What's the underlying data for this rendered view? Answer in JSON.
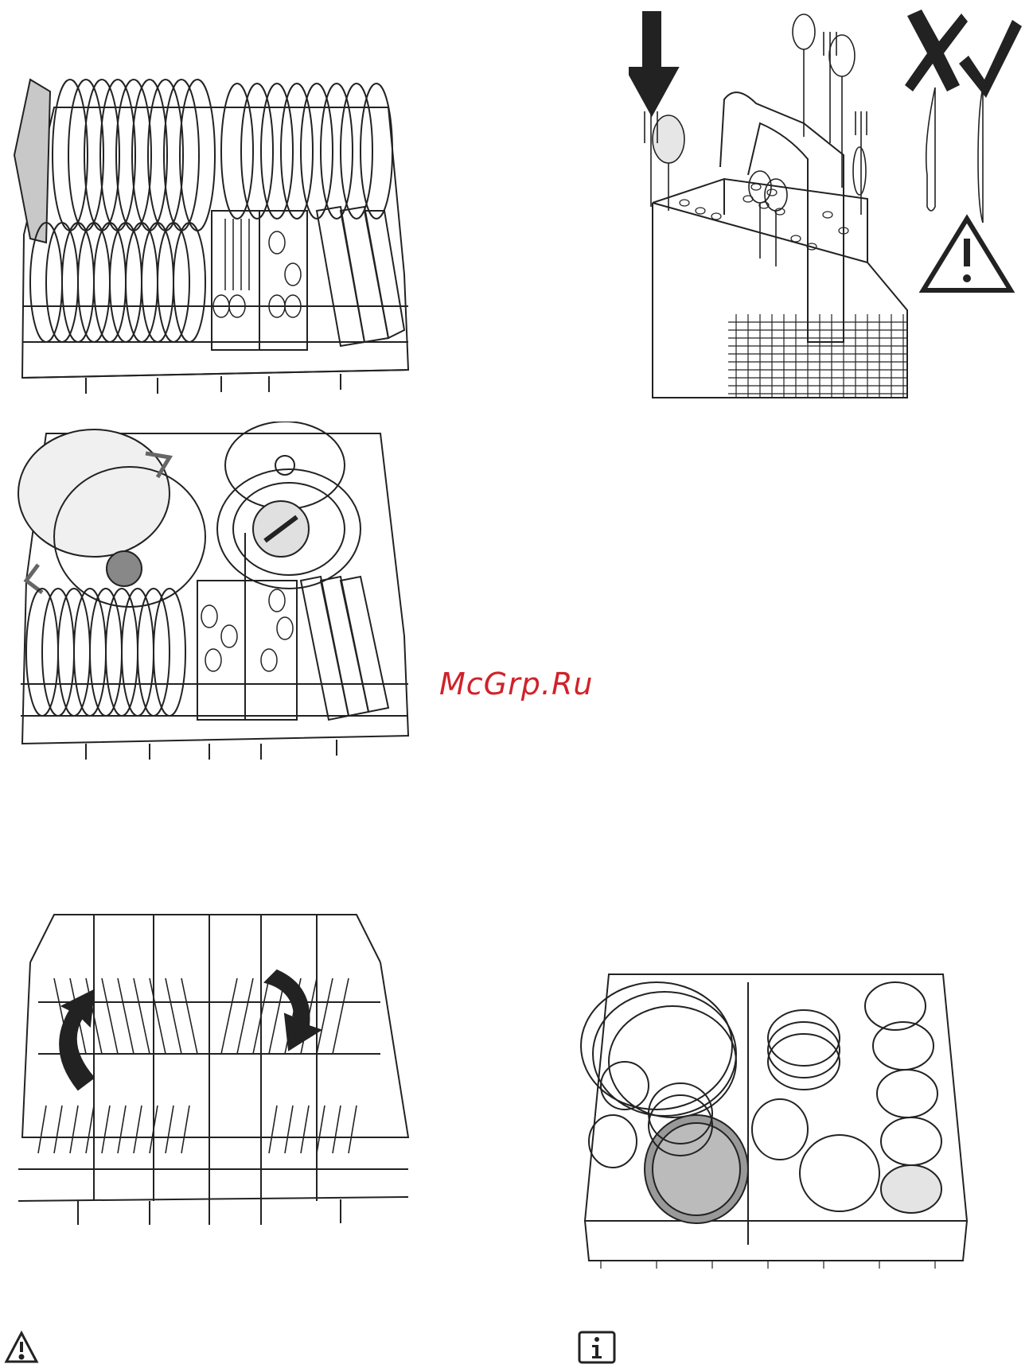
{
  "watermark": {
    "text": "McGrp.Ru",
    "color": "#d0222a"
  },
  "illustrations": [
    {
      "id": "lower-basket-plates",
      "icon": "dishwasher-lower-basket-plates-icon"
    },
    {
      "id": "cutlery-basket",
      "icon": "cutlery-basket-icon"
    },
    {
      "id": "lower-basket-pots",
      "icon": "dishwasher-lower-basket-pots-icon"
    },
    {
      "id": "folding-plate-racks",
      "icon": "folding-plate-racks-icon"
    },
    {
      "id": "upper-basket-cups",
      "icon": "dishwasher-upper-basket-cups-icon"
    }
  ],
  "symbols": {
    "warning": "warning-icon",
    "info": "info-icon",
    "arrow": "arrow-down-icon",
    "wrong": "cross-mark-icon",
    "right": "check-mark-icon"
  },
  "colors": {
    "line": "#222222",
    "fill_gray": "#c8c8c8",
    "dark_gray": "#777777"
  }
}
